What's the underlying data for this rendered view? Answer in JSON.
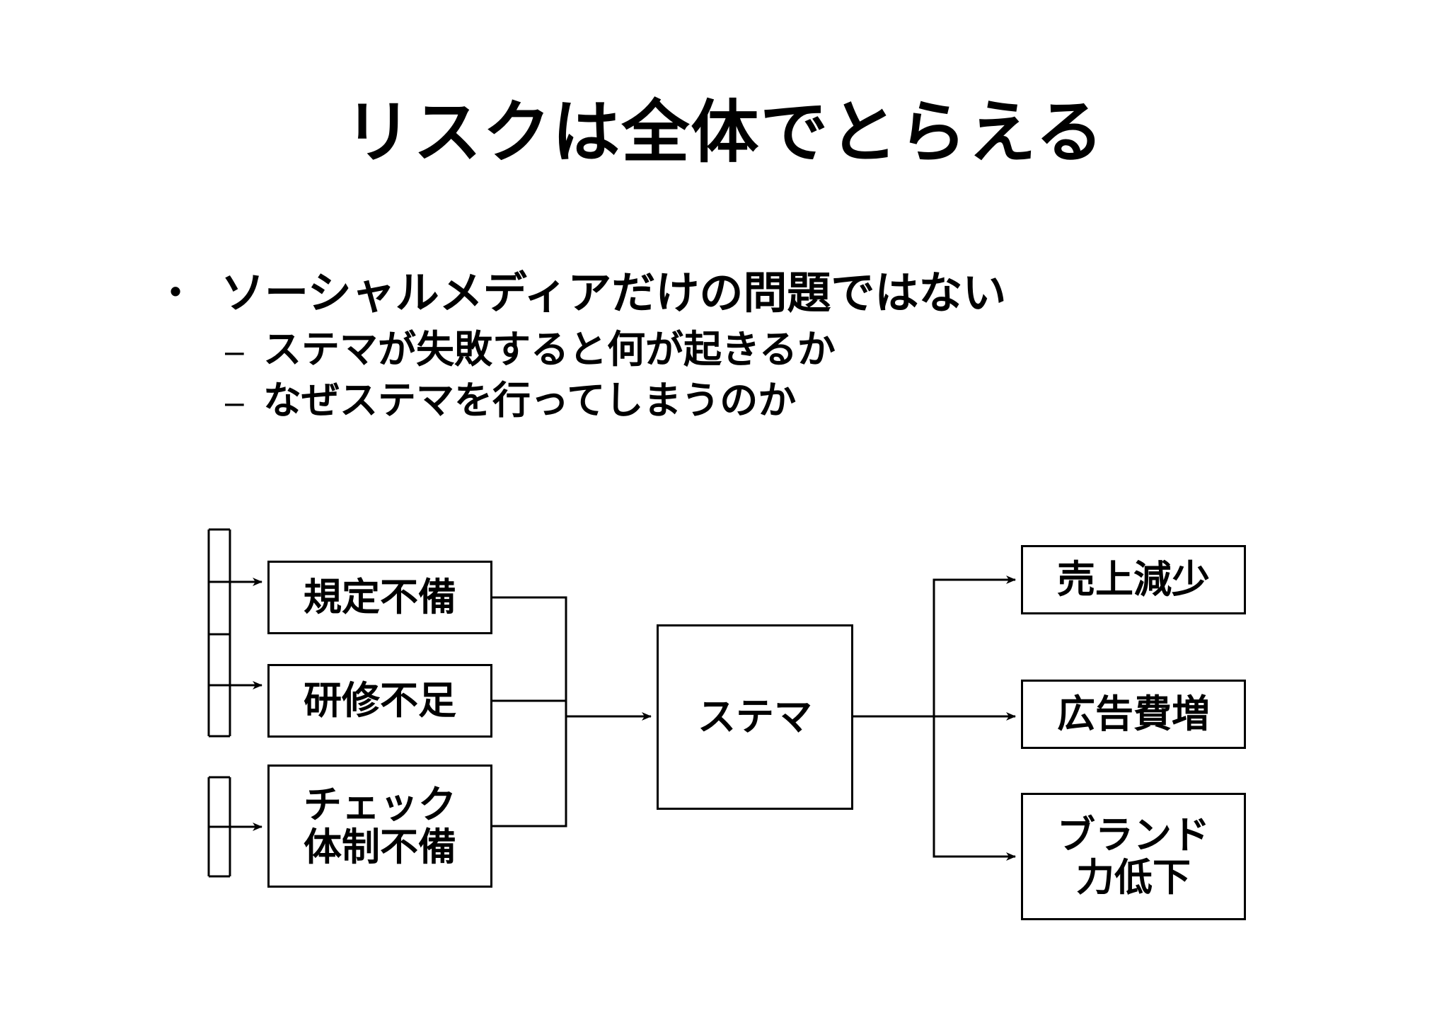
{
  "slide": {
    "title": "リスクは全体でとらえる",
    "bullets": [
      {
        "marker": "•",
        "text": "ソーシャルメディアだけの問題ではない",
        "sub": [
          {
            "marker": "–",
            "text": "ステマが失敗すると何が起きるか"
          },
          {
            "marker": "–",
            "text": "なぜステマを行ってしまうのか"
          }
        ]
      }
    ]
  },
  "diagram": {
    "causes": [
      {
        "label": "規定不備"
      },
      {
        "label": "研修不足"
      },
      {
        "label_line1": "チェック",
        "label_line2": "体制不備"
      }
    ],
    "center": {
      "label": "ステマ"
    },
    "effects": [
      {
        "label": "売上減少"
      },
      {
        "label": "広告費増"
      },
      {
        "label_line1": "ブランド",
        "label_line2": "力低下"
      }
    ]
  },
  "colors": {
    "background": "#ffffff",
    "text": "#000000",
    "stroke": "#000000"
  }
}
